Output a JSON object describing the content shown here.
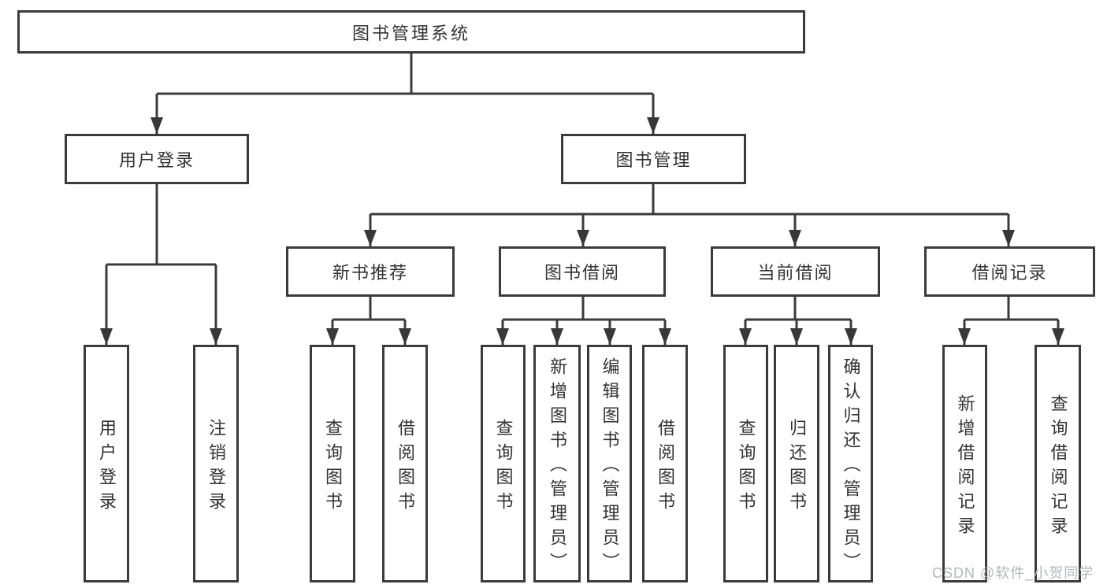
{
  "tree": {
    "label": "图书管理系统",
    "children": [
      {
        "label": "用户登录",
        "children": [
          {
            "label": "用户登录"
          },
          {
            "label": "注销登录"
          }
        ]
      },
      {
        "label": "图书管理",
        "children": [
          {
            "label": "新书推荐",
            "children": [
              {
                "label": "查询图书"
              },
              {
                "label": "借阅图书"
              }
            ]
          },
          {
            "label": "图书借阅",
            "children": [
              {
                "label": "查询图书"
              },
              {
                "label": "新增图书（管理员）"
              },
              {
                "label": "编辑图书（管理员）"
              },
              {
                "label": "借阅图书"
              }
            ]
          },
          {
            "label": "当前借阅",
            "children": [
              {
                "label": "查询图书"
              },
              {
                "label": "归还图书"
              },
              {
                "label": "确认归还（管理员）"
              }
            ]
          },
          {
            "label": "借阅记录",
            "children": [
              {
                "label": "新增借阅记录"
              },
              {
                "label": "查询借阅记录"
              }
            ]
          }
        ]
      }
    ]
  },
  "watermark": {
    "text": "CSDN @软件_小贺同学"
  },
  "colors": {
    "line": "#3b3b3b",
    "text": "#333333",
    "watermark": "#b3b6bc",
    "background": "#ffffff"
  }
}
